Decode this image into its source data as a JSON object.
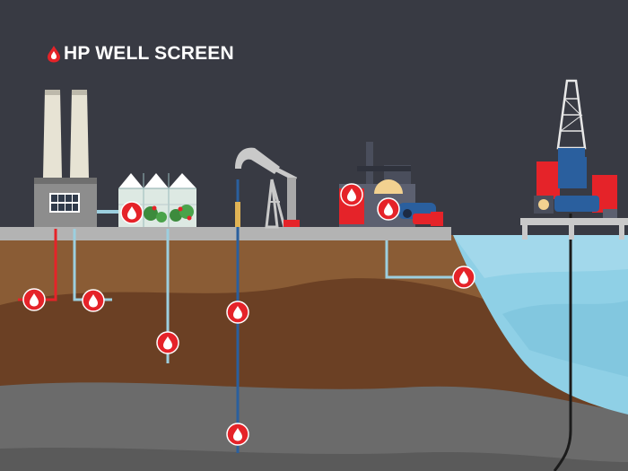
{
  "brand": {
    "title": "HP WELL SCREEN",
    "logo_icon": "oil-drop-icon"
  },
  "colors": {
    "sky": "#383a43",
    "ground_surface": "#b3b3b3",
    "soil_top": "#8a5c35",
    "soil_mid": "#6b4024",
    "rock": "#6b6b6b",
    "sea": "#8fd0e6",
    "marker_red": "#e52329",
    "pipe_light_blue": "#9ccfdf",
    "pipe_dark_blue": "#2a5f9e"
  },
  "facilities": [
    "power-plant",
    "greenhouse",
    "pumpjack",
    "refinery",
    "offshore-rig"
  ],
  "markers": [
    {
      "name": "marker-power-plant-red-pipe",
      "icon": "oil-drop-icon"
    },
    {
      "name": "marker-power-plant-blue-pipe",
      "icon": "oil-drop-icon"
    },
    {
      "name": "marker-greenhouse",
      "icon": "oil-drop-icon"
    },
    {
      "name": "marker-greenhouse-well",
      "icon": "oil-drop-icon"
    },
    {
      "name": "marker-pumpjack-well-upper",
      "icon": "oil-drop-icon"
    },
    {
      "name": "marker-pumpjack-well-lower",
      "icon": "oil-drop-icon"
    },
    {
      "name": "marker-refinery-left",
      "icon": "oil-drop-icon"
    },
    {
      "name": "marker-refinery-right",
      "icon": "oil-drop-icon"
    },
    {
      "name": "marker-coastal-pipe",
      "icon": "oil-drop-icon"
    }
  ]
}
